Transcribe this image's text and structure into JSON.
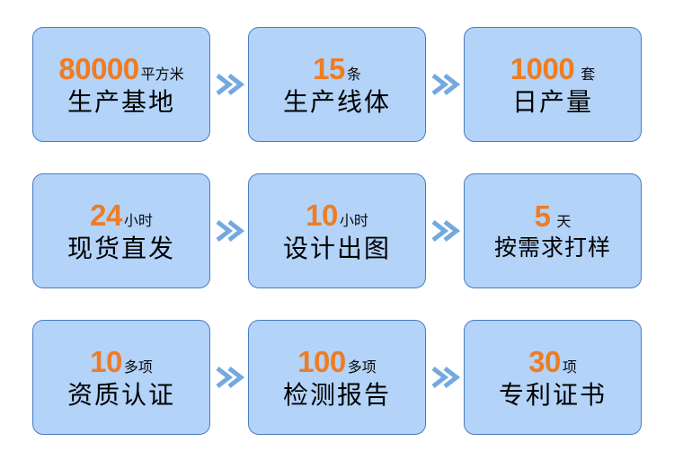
{
  "theme": {
    "card_background": "#b3d3f8",
    "card_border": "#4b7cbf",
    "number_color": "#ef7c22",
    "label_color": "#000000",
    "arrow_color": "#74a9e0",
    "page_background": "#ffffff"
  },
  "separator": {
    "glyph": "»",
    "icon_name": "double-chevron-right-icon"
  },
  "rows": [
    {
      "cards": [
        {
          "number": "80000",
          "unit": "平方米",
          "label": "生产基地",
          "unit_spaced": false,
          "label_tight": false
        },
        {
          "number": "15",
          "unit": "条",
          "label": "生产线体",
          "unit_spaced": false,
          "label_tight": false
        },
        {
          "number": "1000",
          "unit": "套",
          "label": "日产量",
          "unit_spaced": true,
          "label_tight": false
        }
      ]
    },
    {
      "cards": [
        {
          "number": "24",
          "unit": "小时",
          "label": "现货直发",
          "unit_spaced": false,
          "label_tight": false
        },
        {
          "number": "10",
          "unit": "小时",
          "label": "设计出图",
          "unit_spaced": false,
          "label_tight": false
        },
        {
          "number": "5",
          "unit": "天",
          "label": "按需求打样",
          "unit_spaced": true,
          "label_tight": true
        }
      ]
    },
    {
      "cards": [
        {
          "number": "10",
          "unit": "多项",
          "label": "资质认证",
          "unit_spaced": false,
          "label_tight": false
        },
        {
          "number": "100",
          "unit": "多项",
          "label": "检测报告",
          "unit_spaced": false,
          "label_tight": false
        },
        {
          "number": "30",
          "unit": "项",
          "label": "专利证书",
          "unit_spaced": false,
          "label_tight": false
        }
      ]
    }
  ]
}
